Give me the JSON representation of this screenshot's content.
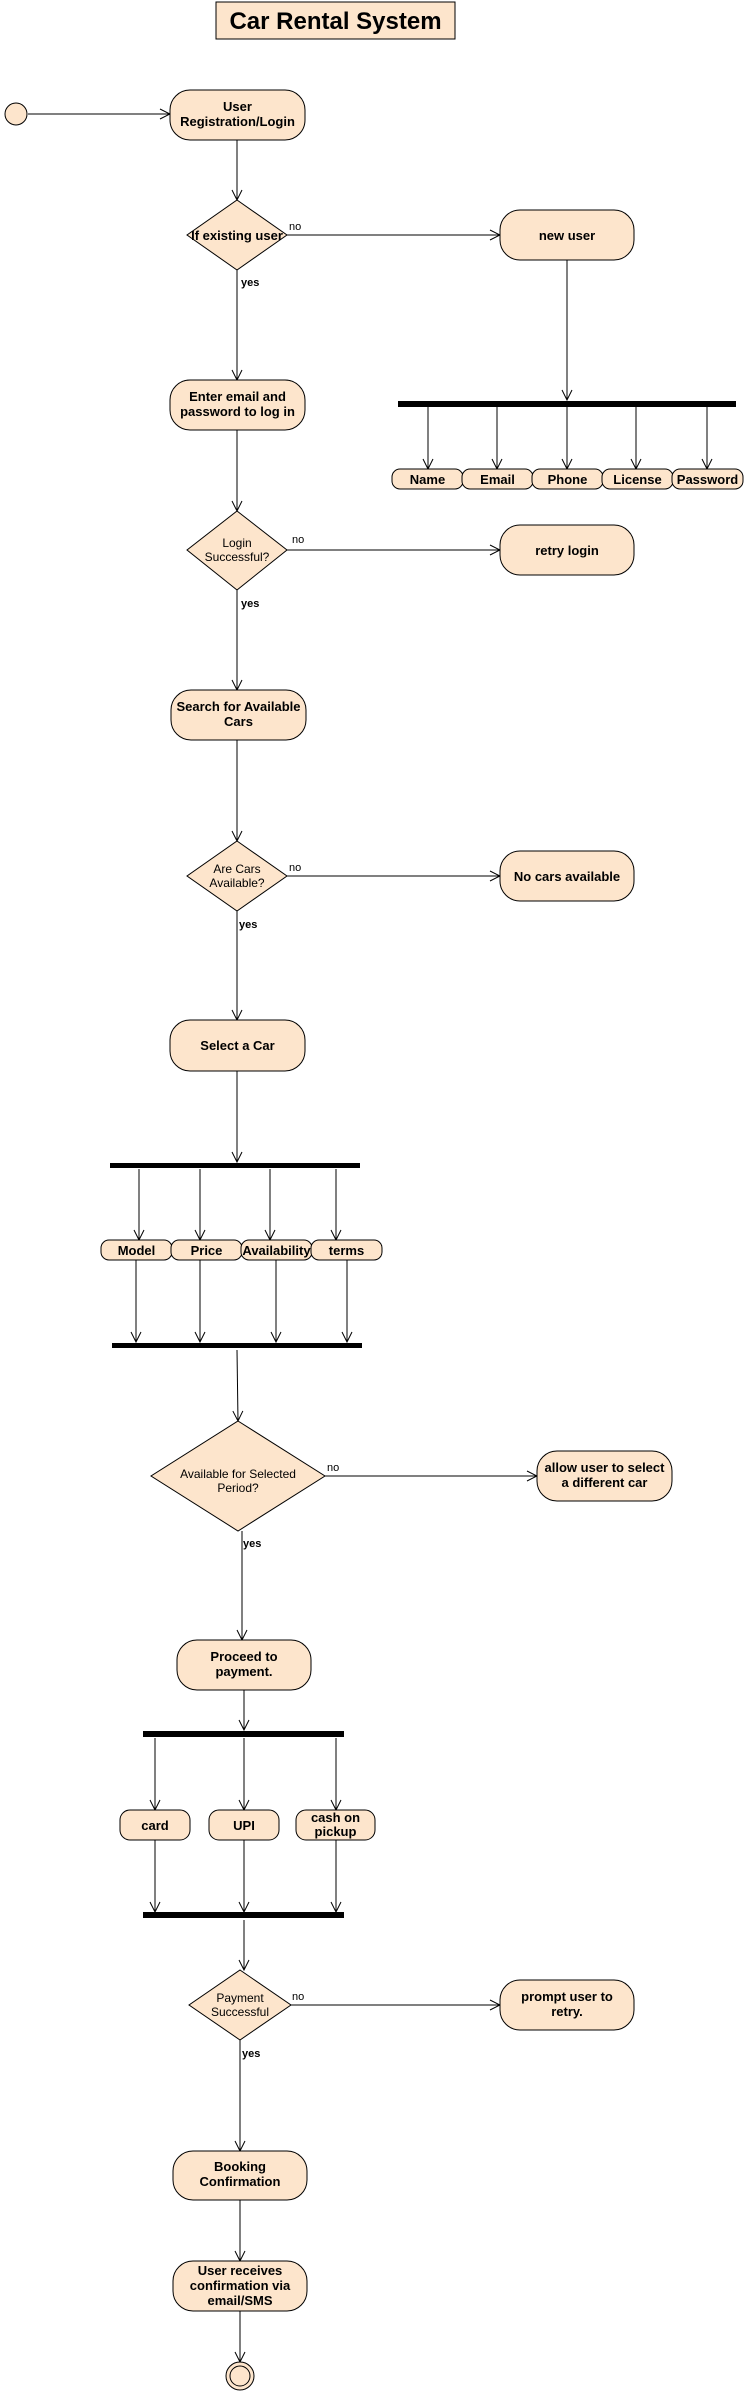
{
  "title": "Car Rental System",
  "colors": {
    "node_fill": "#fde5cc",
    "stroke": "#000000"
  },
  "nodes": {
    "user_registration": [
      "User",
      "Registration/Login"
    ],
    "existing_user": [
      "If existing user"
    ],
    "new_user": [
      "new user"
    ],
    "enter_email": [
      "Enter email and",
      "password to log in"
    ],
    "login_successful": [
      "Login",
      "Successful?"
    ],
    "retry_login": [
      "retry login"
    ],
    "search_cars": [
      "Search for Available",
      "Cars"
    ],
    "are_cars_available": [
      "Are Cars",
      "Available?"
    ],
    "no_cars_available": [
      "No cars available"
    ],
    "select_car": [
      "Select a Car"
    ],
    "available_for_period": [
      "Available for Selected",
      "Period?"
    ],
    "allow_different_car": [
      "allow user to select",
      "a different car"
    ],
    "proceed_payment": [
      "Proceed to",
      "payment."
    ],
    "payment_successful": [
      "Payment",
      "Successful"
    ],
    "prompt_retry": [
      "prompt user to",
      "retry."
    ],
    "booking_confirmation": [
      "Booking",
      "Confirmation"
    ],
    "user_receives": [
      "User receives",
      "confirmation via",
      "email/SMS"
    ]
  },
  "registration_fields": [
    "Name",
    "Email",
    "Phone",
    "License",
    "Password"
  ],
  "car_details": [
    "Model",
    "Price",
    "Availability",
    "terms"
  ],
  "payment_methods": [
    "card",
    "UPI",
    "cash on pickup"
  ],
  "payment_methods_lines": [
    [
      "card"
    ],
    [
      "UPI"
    ],
    [
      "cash on",
      "pickup"
    ]
  ],
  "edge_labels": {
    "yes": "yes",
    "no": "no"
  }
}
